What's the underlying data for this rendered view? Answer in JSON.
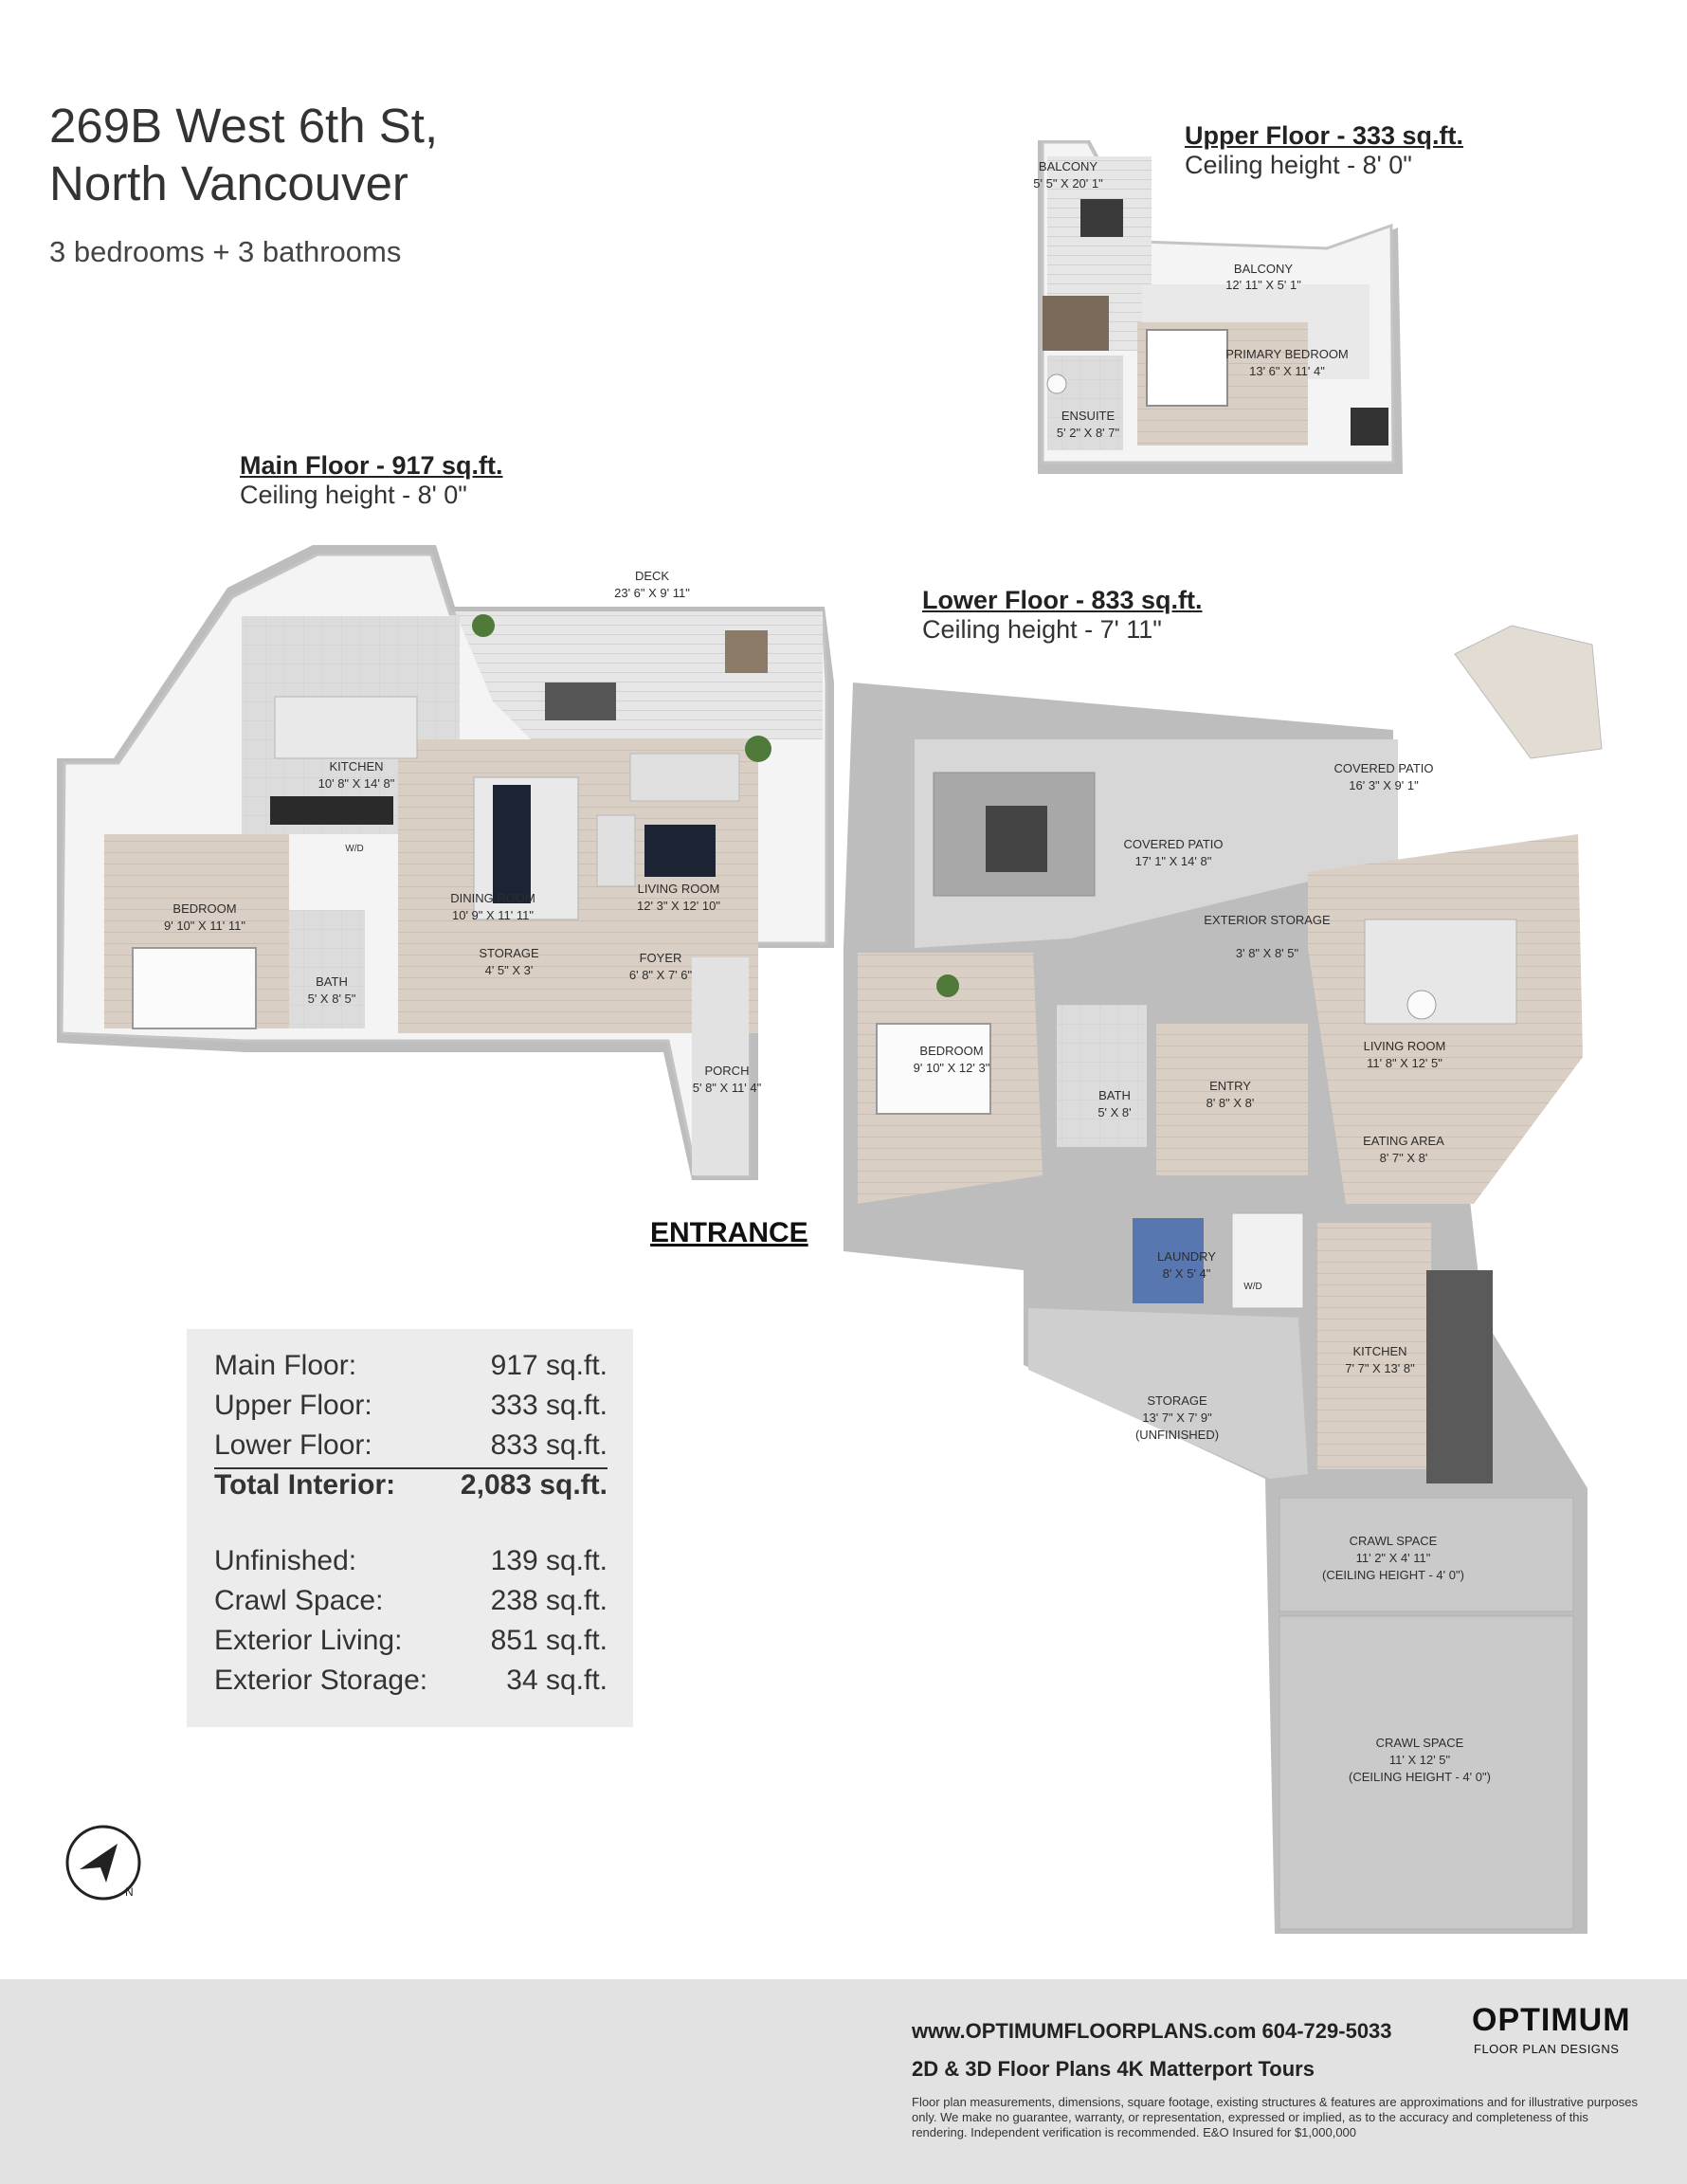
{
  "header": {
    "address_line1": "269B West 6th St,",
    "address_line2": "North Vancouver",
    "subtitle": "3 bedrooms + 3 bathrooms"
  },
  "floors": {
    "upper": {
      "title": "Upper Floor - 333 sq.ft.",
      "ceiling": "Ceiling height - 8' 0\""
    },
    "main": {
      "title": "Main Floor - 917 sq.ft.",
      "ceiling": "Ceiling height - 8' 0\""
    },
    "lower": {
      "title": "Lower Floor - 833 sq.ft.",
      "ceiling": "Ceiling height - 7' 11\""
    }
  },
  "rooms": {
    "upper": [
      {
        "name": "BALCONY",
        "dim": "5' 5\" X 20' 1\""
      },
      {
        "name": "BALCONY",
        "dim": "12' 11\" X 5' 1\""
      },
      {
        "name": "PRIMARY BEDROOM",
        "dim": "13' 6\" X 11' 4\""
      },
      {
        "name": "ENSUITE",
        "dim": "5' 2\" X 8' 7\""
      }
    ],
    "main": [
      {
        "name": "DECK",
        "dim": "23' 6\" X 9' 11\""
      },
      {
        "name": "KITCHEN",
        "dim": "10' 8\" X 14' 8\""
      },
      {
        "name": "BEDROOM",
        "dim": "9' 10\" X 11' 11\""
      },
      {
        "name": "DINING ROOM",
        "dim": "10' 9\" X 11' 11\""
      },
      {
        "name": "LIVING ROOM",
        "dim": "12' 3\" X 12' 10\""
      },
      {
        "name": "STORAGE",
        "dim": "4' 5\" X 3'"
      },
      {
        "name": "FOYER",
        "dim": "6' 8\" X 7' 6\""
      },
      {
        "name": "BATH",
        "dim": "5' X 8' 5\""
      },
      {
        "name": "PORCH",
        "dim": "5' 8\" X 11' 4\""
      }
    ],
    "lower": [
      {
        "name": "COVERED PATIO",
        "dim": "16' 3\" X 9' 1\""
      },
      {
        "name": "COVERED PATIO",
        "dim": "17' 1\" X 14' 8\""
      },
      {
        "name": "EXTERIOR STORAGE",
        "dim": "3' 8\" X 8' 5\""
      },
      {
        "name": "BEDROOM",
        "dim": "9' 10\" X 12' 3\""
      },
      {
        "name": "LIVING ROOM",
        "dim": "11' 8\" X 12' 5\""
      },
      {
        "name": "BATH",
        "dim": "5' X 8'"
      },
      {
        "name": "ENTRY",
        "dim": "8' 8\" X 8'"
      },
      {
        "name": "EATING AREA",
        "dim": "8' 7\" X 8'"
      },
      {
        "name": "LAUNDRY",
        "dim": "8' X 5' 4\""
      },
      {
        "name": "KITCHEN",
        "dim": "7' 7\" X 13' 8\""
      },
      {
        "name": "STORAGE",
        "dim": "13' 7\" X 7' 9\"",
        "note": "(UNFINISHED)"
      },
      {
        "name": "CRAWL SPACE",
        "dim": "11' 2\" X 4' 11\"",
        "note": "(CEILING HEIGHT - 4' 0\")"
      },
      {
        "name": "CRAWL SPACE",
        "dim": "11' X 12' 5\"",
        "note": "(CEILING HEIGHT - 4' 0\")"
      }
    ]
  },
  "appliance_labels": {
    "wd": "W/D"
  },
  "entrance_label": "ENTRANCE",
  "stats": {
    "rows": [
      {
        "label": "Main Floor:",
        "value": "917 sq.ft."
      },
      {
        "label": "Upper Floor:",
        "value": "333 sq.ft."
      },
      {
        "label": "Lower Floor:",
        "value": "833 sq.ft."
      },
      {
        "label": "Total Interior:",
        "value": "2,083 sq.ft."
      },
      {
        "label": "Unfinished:",
        "value": "139 sq.ft."
      },
      {
        "label": "Crawl Space:",
        "value": "238 sq.ft."
      },
      {
        "label": "Exterior Living:",
        "value": "851 sq.ft."
      },
      {
        "label": "Exterior Storage:",
        "value": "34 sq.ft."
      }
    ]
  },
  "footer": {
    "website_phone": "www.OPTIMUMFLOORPLANS.com    604-729-5033",
    "services": "2D & 3D Floor Plans    4K Matterport Tours",
    "disclaimer": "Floor plan measurements, dimensions, square footage, existing structures & features are approximations and for illustrative purposes only. We make no guarantee, warranty, or representation, expressed or implied, as to the accuracy and completeness of this rendering. Independent verification is recommended. E&O Insured for $1,000,000",
    "logo_name": "OPTIMUM",
    "logo_tag": "FLOOR PLAN DESIGNS"
  },
  "colors": {
    "floor_wood": "#d9cfc4",
    "tile": "#dcdcdc",
    "wall": "#f4f4f4",
    "wall_shadow": "#bdbdbd",
    "stats_bg": "#ececec",
    "footer_bg": "#e2e2e2"
  },
  "icons": {
    "compass": "compass-north-arrow-icon"
  }
}
